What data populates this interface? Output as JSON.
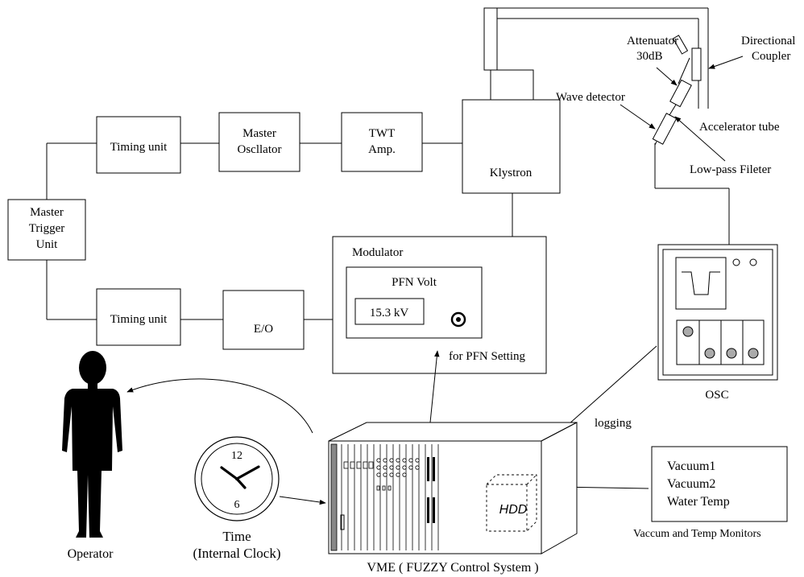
{
  "blocks": {
    "master_trigger": [
      "Master",
      "Trigger",
      "Unit"
    ],
    "timing_unit_top": "Timing unit",
    "timing_unit_bottom": "Timing unit",
    "master_oscillator": [
      "Master",
      "Oscllator"
    ],
    "twt_amp": [
      "TWT",
      "Amp."
    ],
    "klystron": "Klystron",
    "eo": "E/O",
    "modulator": {
      "title": "Modulator",
      "panel_label": "PFN Volt",
      "voltage": "15.3 kV",
      "setting_label": "for PFN Setting"
    }
  },
  "rf_components": {
    "attenuator": [
      "Attenuator",
      "30dB"
    ],
    "directional_coupler": [
      "Directional",
      "Coupler"
    ],
    "wave_detector": "Wave detector",
    "accelerator_tube": "Accelerator tube",
    "low_pass_filter": "Low-pass Fileter"
  },
  "osc": {
    "label": "OSC"
  },
  "logging": "logging",
  "monitors": {
    "items": [
      "Vacuum1",
      "Vacuum2",
      "Water Temp"
    ],
    "caption": "Vaccum and Temp Monitors"
  },
  "vme": {
    "disk": "HDD",
    "caption": "VME ( FUZZY Control System )"
  },
  "clock": {
    "numerals": [
      "12",
      "6"
    ],
    "caption": [
      "Time",
      "(Internal Clock)"
    ]
  },
  "operator": {
    "label": "Operator"
  }
}
